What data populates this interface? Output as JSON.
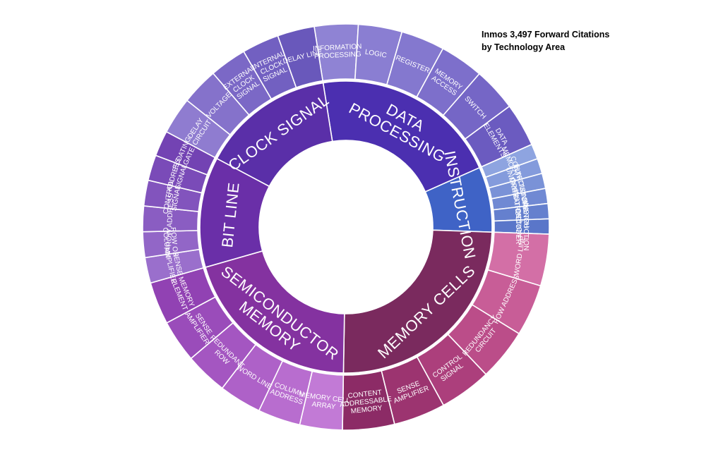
{
  "title": {
    "line1": "Inmos 3,497 Forward Citations",
    "line2": "by Technology Area"
  },
  "chart_data": {
    "type": "sunburst",
    "title": "Inmos 3,497 Forward Citations by Technology Area",
    "rings": 2,
    "inner": [
      {
        "name": "DATA PROCESSING",
        "color": "#4b2fb0",
        "children": [
          {
            "name": "INFORMATION PROCESSING",
            "color": "#8f83d4"
          },
          {
            "name": "LOGIC",
            "color": "#8a7ed2"
          },
          {
            "name": "REGISTER",
            "color": "#8478cf"
          },
          {
            "name": "MEMORY ACCESS",
            "color": "#7d6fcb"
          },
          {
            "name": "SWITCH",
            "color": "#7566c6"
          },
          {
            "name": "DATA ELEMENTS",
            "color": "#6b5bc0"
          }
        ]
      },
      {
        "name": "INSTRUCTION",
        "color": "#3f63c6",
        "children": [
          {
            "name": "MEMORY",
            "color": "#8ea4e0"
          },
          {
            "name": "CONTROL UNIT",
            "color": "#849bdc"
          },
          {
            "name": "FUNCTIONAL UNITS",
            "color": "#7a92d7"
          },
          {
            "name": "STORE OPERATIONS",
            "color": "#7089d3"
          },
          {
            "name": "BRANCH INSTRUCTION",
            "color": "#6580ce"
          },
          {
            "name": "INSTRUCTION DECODER",
            "color": "#5a76c9"
          }
        ]
      },
      {
        "name": "MEMORY CELLS",
        "color": "#7a2a5e",
        "children": [
          {
            "name": "WORD LINE",
            "color": "#d36fa6"
          },
          {
            "name": "ROW ADDRESS",
            "color": "#c85d97"
          },
          {
            "name": "REDUNDANCY CIRCUIT",
            "color": "#bb4d89"
          },
          {
            "name": "CONTROL SIGNAL",
            "color": "#ac3f7c"
          },
          {
            "name": "SENSE AMPLIFIER",
            "color": "#9c3470"
          },
          {
            "name": "CONTENT ADDRESSABLE MEMORY",
            "color": "#8c2b66"
          }
        ]
      },
      {
        "name": "SEMICONDUCTOR MEMORY",
        "color": "#8432a0",
        "children": [
          {
            "name": "MEMORY CELL ARRAY",
            "color": "#c27ad6"
          },
          {
            "name": "COLUMN ADDRESS",
            "color": "#b86dcf"
          },
          {
            "name": "WORD LINE",
            "color": "#ae61c8"
          },
          {
            "name": "REDUNDANT ROW",
            "color": "#a456c1"
          },
          {
            "name": "SENSE AMPLIFIER",
            "color": "#9a4cba"
          },
          {
            "name": "MEMORY ELEMENT",
            "color": "#9142b3"
          }
        ]
      },
      {
        "name": "BIT LINE",
        "color": "#6a2fa8",
        "children": [
          {
            "name": "SENSE AMPLIFIER",
            "color": "#9a6fcc"
          },
          {
            "name": "ROW OR COLUMN",
            "color": "#9266c7"
          },
          {
            "name": "ROW ADDRESS",
            "color": "#8a5dc2"
          },
          {
            "name": "CONTROL SIGNAL",
            "color": "#8254bd"
          },
          {
            "name": "ADDRESS SIGNAL",
            "color": "#7a4bb8"
          },
          {
            "name": "FLOATING GATE",
            "color": "#7343b3"
          }
        ]
      },
      {
        "name": "CLOCK SIGNAL",
        "color": "#5a2fa8",
        "children": [
          {
            "name": "DELAY CIRCUIT",
            "color": "#8f7cd0"
          },
          {
            "name": "VOLTAGE",
            "color": "#8572cb"
          },
          {
            "name": "EXTERNAL CLOCK SIGNAL",
            "color": "#7b68c6"
          },
          {
            "name": "INTERNAL CLOCK SIGNAL",
            "color": "#7260c1"
          },
          {
            "name": "DELAY LINE",
            "color": "#6958bb"
          }
        ]
      }
    ]
  }
}
